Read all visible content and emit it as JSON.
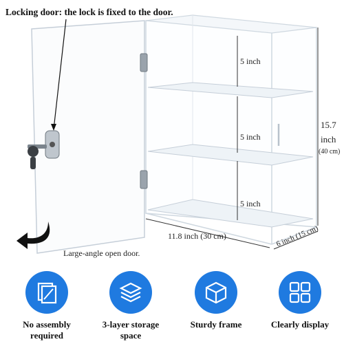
{
  "title": "Locking door: the lock is fixed to the door.",
  "shelf_heights": [
    "5 inch",
    "5 inch",
    "5 inch"
  ],
  "height": {
    "inches": "15.7",
    "unit": "inch",
    "cm": "(40 cm)"
  },
  "width_label": "11.8 inch (30 cm)",
  "depth_label": "6 inch (15 cm)",
  "open_door_label": "Large-angle open door.",
  "features": [
    {
      "icon": "no-assembly-icon",
      "line1": "No assembly",
      "line2": "required"
    },
    {
      "icon": "layers-icon",
      "line1": "3-layer storage",
      "line2": "space"
    },
    {
      "icon": "cube-icon",
      "line1": "Sturdy frame",
      "line2": ""
    },
    {
      "icon": "grid-display-icon",
      "line1": "Clearly display",
      "line2": ""
    }
  ],
  "colors": {
    "accent": "#1f7ae0",
    "acrylic_edge": "#c9d3dc",
    "text": "#222222"
  }
}
